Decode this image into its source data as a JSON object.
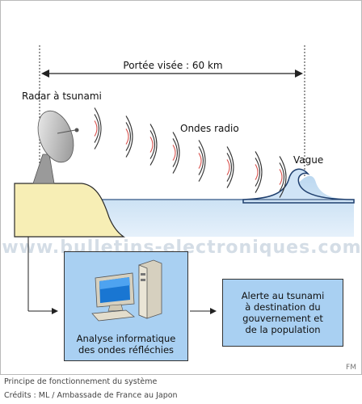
{
  "diagram": {
    "range_label": "Portée visée : 60 km",
    "radar_label": "Radar à tsunami",
    "radio_label": "Ondes radio",
    "wave_label": "Vague",
    "watermark": "www.bulletins-electroniques.com",
    "analysis_box": {
      "line1": "Analyse informatique",
      "line2": "des ondes réfléchies"
    },
    "alert_box": {
      "line1": "Alerte au tsunami",
      "line2": "à destination du",
      "line3": "gouvernement et",
      "line4": "de la population"
    },
    "signature": "FM"
  },
  "caption": {
    "title": "Principe de fonctionnement du système",
    "credits": "Crédits : ML / Ambassade de France au Japon"
  },
  "colors": {
    "sea": "#cfe3f5",
    "land": "#f7eeb5",
    "box": "#a9d0f2",
    "radio_wave_dark": "#333333",
    "radio_wave_red": "#d9534f"
  }
}
